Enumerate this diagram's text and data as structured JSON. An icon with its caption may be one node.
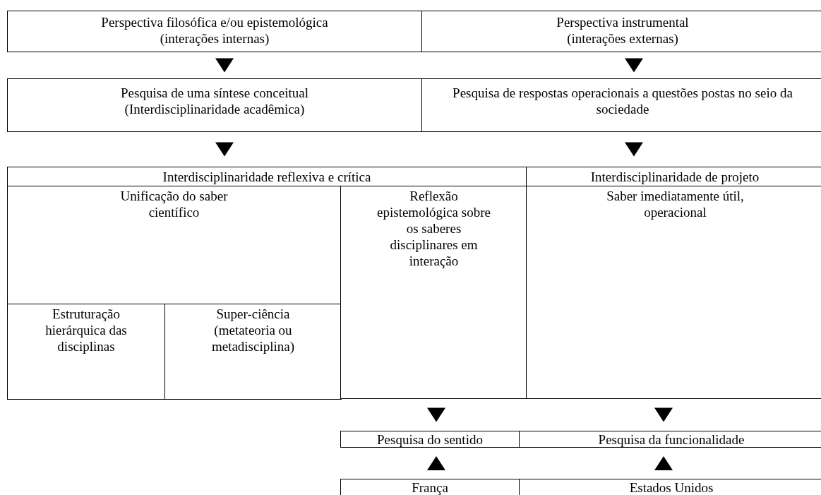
{
  "diagram": {
    "nodes": [
      {
        "text": [
          "Perspectiva filosófica e/ou epistemológica",
          "(interações internas)"
        ]
      },
      {
        "text": [
          "Perspectiva instrumental",
          "(interações externas)"
        ]
      },
      {
        "text": [
          "Pesquisa de uma síntese conceitual",
          "(Interdisciplinaridade acadêmica)"
        ]
      },
      {
        "text": [
          "Pesquisa de respostas operacionais a questões postas no seio da sociedade"
        ]
      },
      {
        "text": [
          "Interdisciplinaridade reflexiva e crítica"
        ]
      },
      {
        "text": [
          "Unificação do saber científico"
        ],
        "in": 4
      },
      {
        "text": [
          "Estruturação hierárquica das disciplinas"
        ],
        "in": 5
      },
      {
        "text": [
          "Super-ciência (metateoria ou metadisciplina)"
        ],
        "in": 5
      },
      {
        "text": [
          "Reflexão epistemológica sobre os saberes disciplinares em interação"
        ],
        "in": 4
      },
      {
        "text": [
          "Interdisciplinaridade de projeto"
        ]
      },
      {
        "text": [
          "Saber imediatamente útil, operacional"
        ],
        "in": 9
      },
      {
        "text": [
          "Pesquisa do sentido"
        ]
      },
      {
        "text": [
          "Pesquisa da funcionalidade"
        ]
      },
      {
        "text": [
          "França"
        ]
      },
      {
        "text": [
          "Estados Unidos"
        ]
      }
    ],
    "edges": [
      {
        "from": 0,
        "to": 2,
        "arrow": "to"
      },
      {
        "from": 1,
        "to": 3,
        "arrow": "to"
      },
      {
        "from": 2,
        "to": 4,
        "arrow": "to"
      },
      {
        "from": 3,
        "to": 9,
        "arrow": "to"
      },
      {
        "from": 8,
        "to": 11,
        "arrow": "to"
      },
      {
        "from": 10,
        "to": 12,
        "arrow": "to"
      },
      {
        "from": 13,
        "to": 11,
        "arrow": "to"
      },
      {
        "from": 14,
        "to": 12,
        "arrow": "to"
      }
    ]
  }
}
